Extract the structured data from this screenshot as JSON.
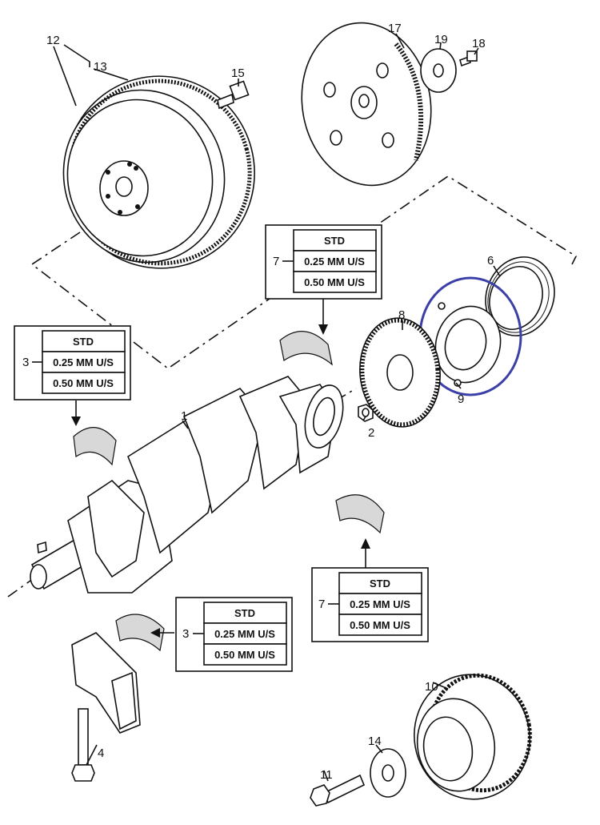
{
  "part_numbers": [
    "1",
    "2",
    "3",
    "4",
    "6",
    "7",
    "8",
    "9",
    "10",
    "11",
    "12",
    "13",
    "14",
    "15",
    "17",
    "18",
    "19"
  ],
  "bearing_tables": [
    {
      "ref": "3",
      "rows": [
        "STD",
        "0.25  MM U/S",
        "0.50  MM U/S"
      ]
    },
    {
      "ref": "7",
      "rows": [
        "STD",
        "0.25  MM U/S",
        "0.50  MM U/S"
      ]
    },
    {
      "ref": "7",
      "rows": [
        "STD",
        "0.25  MM U/S",
        "0.50  MM U/S"
      ]
    },
    {
      "ref": "3",
      "rows": [
        "STD",
        "0.25  MM U/S",
        "0.50  MM U/S"
      ]
    }
  ],
  "highlight": {
    "part": "9",
    "color": "#3b3fa8"
  }
}
